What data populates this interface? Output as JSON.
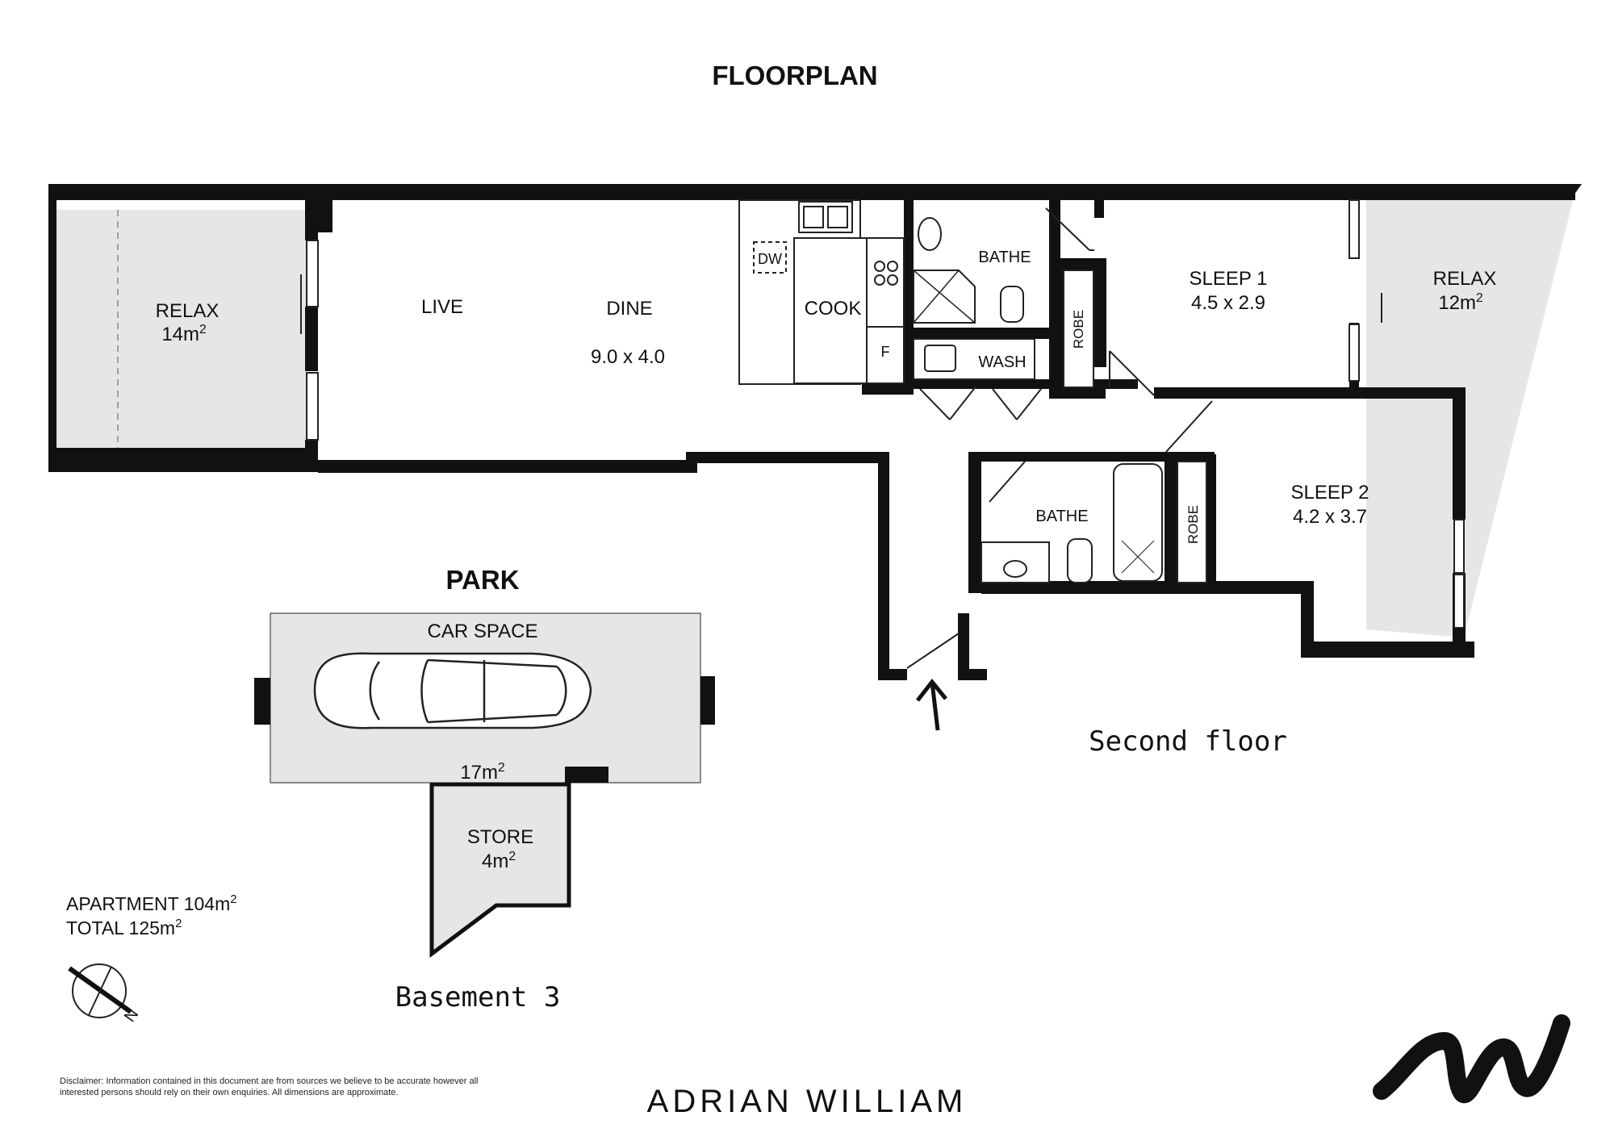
{
  "title": "FLOORPLAN",
  "rooms": {
    "relax_left": {
      "name": "RELAX",
      "area": "14m",
      "sup": "2"
    },
    "live": "LIVE",
    "dine": "DINE",
    "live_dine_dims": "9.0 x 4.0",
    "cook": "COOK",
    "dw": "DW",
    "fridge": "F",
    "bathe_top": "BATHE",
    "wash": "WASH",
    "robe_top": "ROBE",
    "sleep1": {
      "name": "SLEEP 1",
      "dims": "4.5 x 2.9"
    },
    "relax_right": {
      "name": "RELAX",
      "area": "12m",
      "sup": "2"
    },
    "bathe_lower": "BATHE",
    "robe_lower": "ROBE",
    "sleep2": {
      "name": "SLEEP 2",
      "dims": "4.2 x 3.7"
    }
  },
  "park": {
    "heading": "PARK",
    "car_space": "CAR SPACE",
    "car_area": "17m",
    "car_area_sup": "2",
    "store": "STORE",
    "store_area": "4m",
    "store_area_sup": "2"
  },
  "levels": {
    "upper": "Second floor",
    "basement": "Basement 3"
  },
  "areas": {
    "apartment": "APARTMENT 104m",
    "apartment_sup": "2",
    "total": "TOTAL 125m",
    "total_sup": "2"
  },
  "compass": {
    "letter": "N"
  },
  "brand": "ADRIAN WILLIAM",
  "disclaimer": "Disclaimer: Information contained in this document are from sources we believe to be accurate however all interested persons should rely on their own enquiries. All dimensions are approximate."
}
